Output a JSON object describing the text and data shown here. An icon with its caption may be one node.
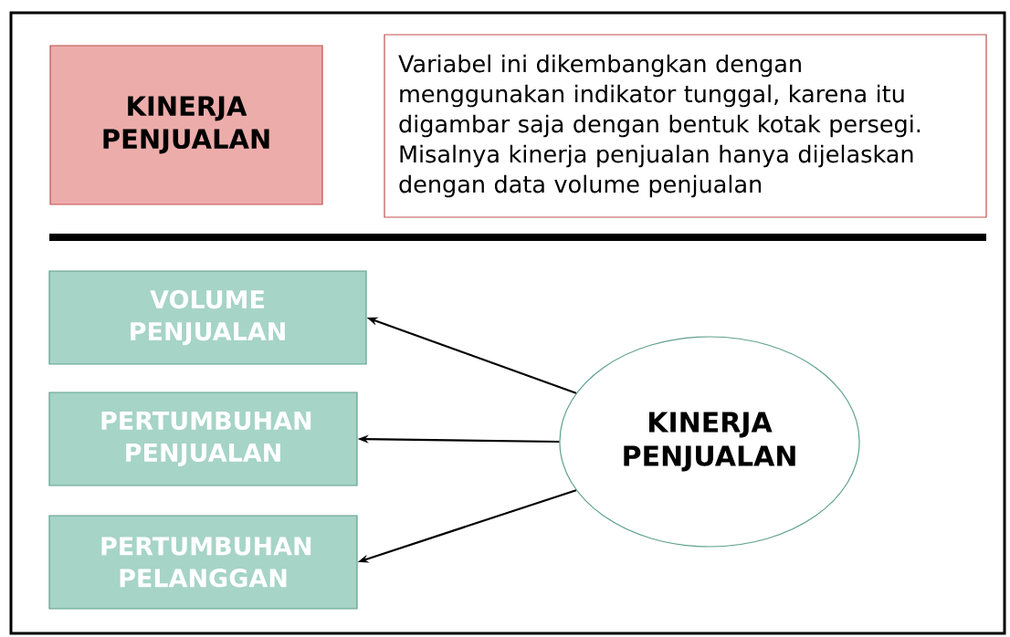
{
  "diagram": {
    "nodes": [
      {
        "text": [
          "KINERJA PENJUALAN"
        ]
      },
      {
        "text": [
          "Variabel ini dikembangkan dengan menggunakan indikator tunggal, karena itu digambar saja dengan bentuk kotak persegi. Misalnya kinerja penjualan hanya dijelaskan dengan data volume penjualan"
        ]
      },
      {
        "text": [
          "VOLUME PENJUALAN"
        ]
      },
      {
        "text": [
          "PERTUMBUHAN PENJUALAN"
        ]
      },
      {
        "text": [
          "PERTUMBUHAN PELANGGAN"
        ]
      },
      {
        "text": [
          "KINERJA PENJUALAN"
        ]
      }
    ],
    "edges": [
      {
        "from": 5,
        "to": 2,
        "arrow": "to"
      },
      {
        "from": 5,
        "to": 3,
        "arrow": "to"
      },
      {
        "from": 5,
        "to": 4,
        "arrow": "to"
      }
    ]
  }
}
